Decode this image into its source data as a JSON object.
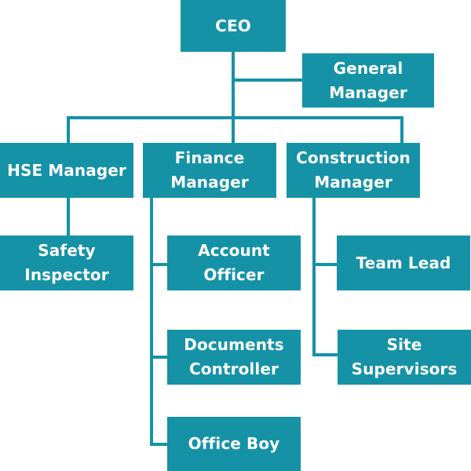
{
  "colors": {
    "node_fill": "#1592a6",
    "connector": "#1592a6",
    "text": "#ffffff",
    "background": "#ffffff"
  },
  "nodes": {
    "ceo": {
      "line1": "CEO",
      "line2": ""
    },
    "general_manager": {
      "line1": "General",
      "line2": "Manager"
    },
    "hse_manager": {
      "line1": "HSE Manager",
      "line2": ""
    },
    "finance_manager": {
      "line1": "Finance",
      "line2": "Manager"
    },
    "construction_manager": {
      "line1": "Construction",
      "line2": "Manager"
    },
    "safety_inspector": {
      "line1": "Safety",
      "line2": "Inspector"
    },
    "account_officer": {
      "line1": "Account",
      "line2": "Officer"
    },
    "documents_controller": {
      "line1": "Documents",
      "line2": "Controller"
    },
    "office_boy": {
      "line1": "Office Boy",
      "line2": ""
    },
    "team_lead": {
      "line1": "Team Lead",
      "line2": ""
    },
    "site_supervisors": {
      "line1": "Site",
      "line2": "Supervisors"
    }
  }
}
